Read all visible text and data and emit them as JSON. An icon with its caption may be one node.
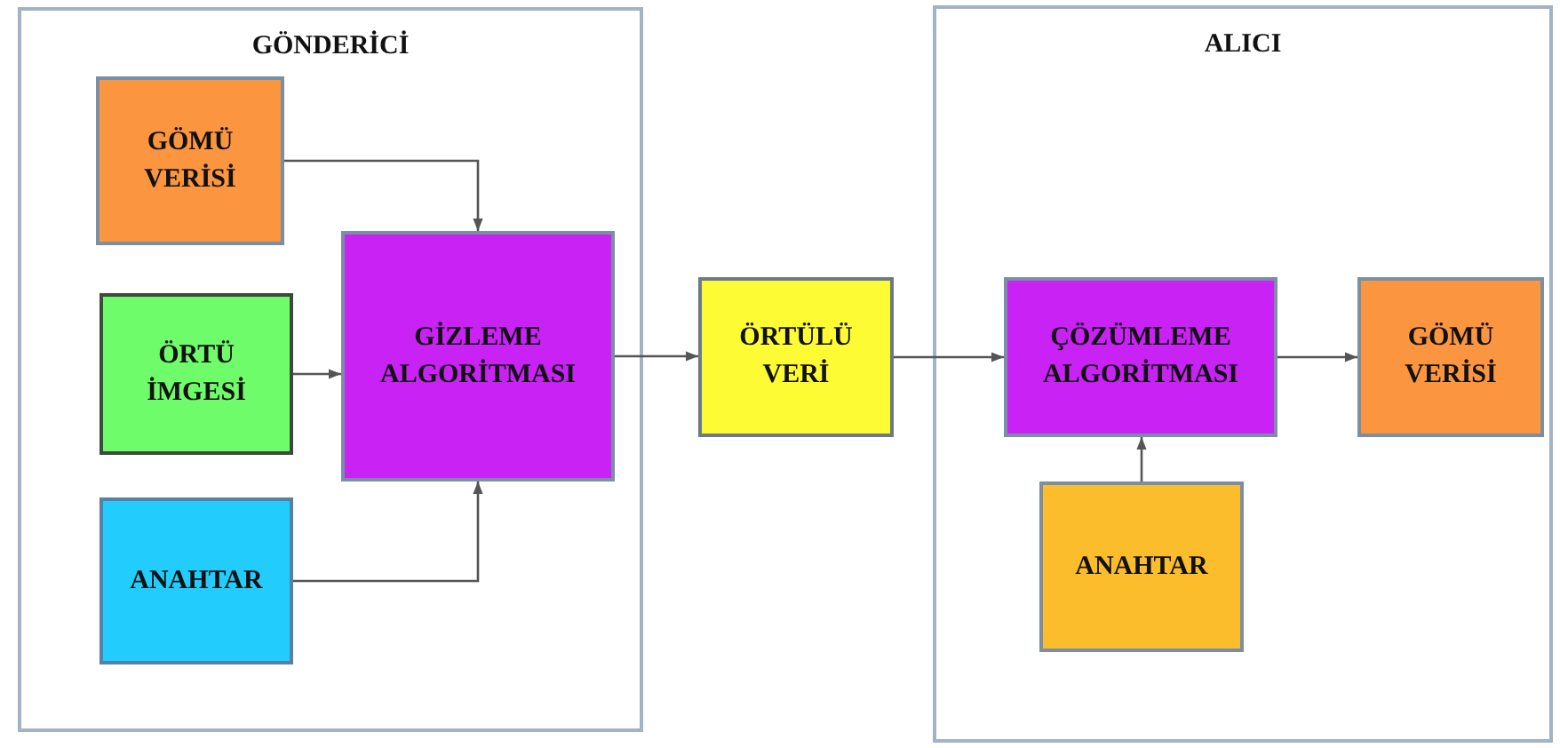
{
  "diagram": {
    "nodes": [
      {
        "text": [
          "GÖNDERİCİ"
        ]
      },
      {
        "text": [
          "GÖMÜ VERİSİ"
        ],
        "in": 0
      },
      {
        "text": [
          "ÖRTÜ İMGESİ"
        ],
        "in": 0
      },
      {
        "text": [
          "ANAHTAR"
        ],
        "in": 0
      },
      {
        "text": [
          "GİZLEME ALGORİTMASI"
        ],
        "in": 0
      },
      {
        "text": [
          "ÖRTÜLÜ VERİ"
        ]
      },
      {
        "text": [
          "ALICI"
        ]
      },
      {
        "text": [
          "ÇÖZÜMLEME ALGORİTMASI"
        ],
        "in": 6
      },
      {
        "text": [
          "GÖMÜ VERİSİ"
        ],
        "in": 6
      },
      {
        "text": [
          "ANAHTAR"
        ],
        "in": 6
      }
    ],
    "edges": [
      {
        "from": 1,
        "to": 4,
        "arrow": "to"
      },
      {
        "from": 2,
        "to": 4,
        "arrow": "to"
      },
      {
        "from": 3,
        "to": 4,
        "arrow": "to"
      },
      {
        "from": 4,
        "to": 5,
        "arrow": "to"
      },
      {
        "from": 5,
        "to": 7,
        "arrow": "to"
      },
      {
        "from": 7,
        "to": 8,
        "arrow": "to"
      },
      {
        "from": 9,
        "to": 7,
        "arrow": "to"
      }
    ]
  }
}
